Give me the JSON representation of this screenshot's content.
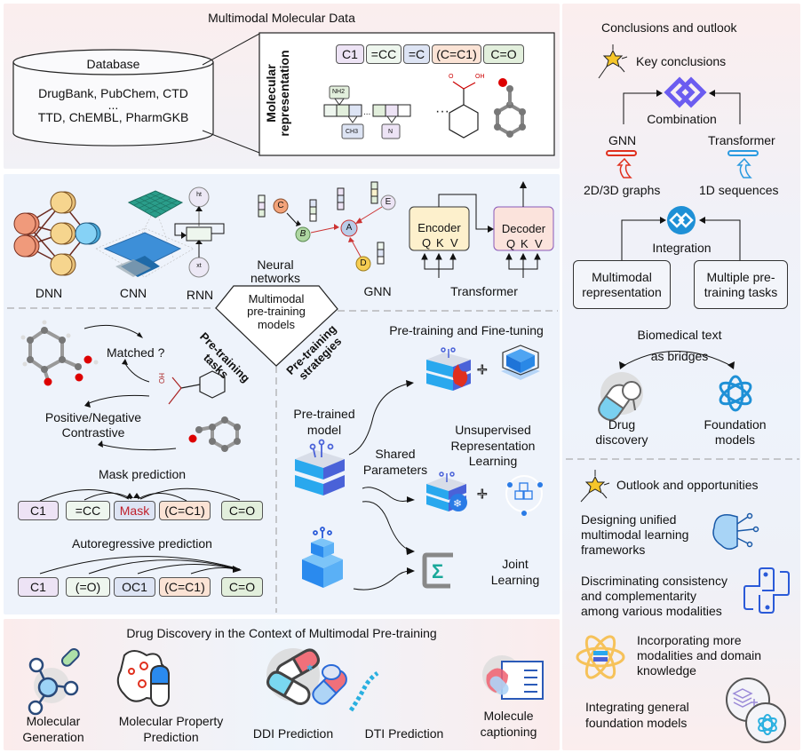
{
  "top_panel": {
    "title": "Multimodal Molecular Data",
    "database": {
      "label": "Database",
      "line1": "DrugBank, PubChem, CTD",
      "ellipsis": "...",
      "line2": "TTD, ChEMBL, PharmGKB"
    },
    "representation_label_1": "Molecular",
    "representation_label_2": "representation",
    "smiles_tokens": [
      "C1",
      "=CC",
      "=C",
      "(C=C1)",
      "C=O"
    ],
    "graph_node_labels": [
      "NH2",
      "CH3",
      "N"
    ],
    "ellipsis": "...",
    "molecule_labels": [
      "O",
      "OH"
    ]
  },
  "middle_panel": {
    "networks": {
      "dnn": "DNN",
      "cnn": "CNN",
      "rnn": "RNN",
      "rnn_output": "ht",
      "rnn_input": "xt",
      "gnn": "GNN",
      "gnn_nodes": [
        "A",
        "B",
        "C",
        "D",
        "E"
      ],
      "transformer": "Transformer",
      "encoder": "Encoder",
      "decoder": "Decoder",
      "qkv": [
        "Q",
        "K",
        "V"
      ],
      "section_label_1": "Neural",
      "section_label_2": "networks"
    },
    "center": {
      "line1": "Multimodal",
      "line2": "pre-training",
      "line3": "models",
      "tasks_label_1": "Pre-training",
      "tasks_label_2": "tasks",
      "strategies_label_1": "Pre-training",
      "strategies_label_2": "strategies"
    },
    "tasks": {
      "matched": "Matched ?",
      "contrastive_1": "Positive/Negative",
      "contrastive_2": "Contrastive",
      "mask_title": "Mask prediction",
      "mask_tokens": [
        "C1",
        "=CC",
        "Mask",
        "(C=C1)",
        "C=O"
      ],
      "auto_title": "Autoregressive prediction",
      "auto_tokens": [
        "C1",
        "(=O)",
        "OC1",
        "(C=C1)",
        "C=O"
      ],
      "molecule_label": "HO"
    },
    "strategies": {
      "finetune": "Pre-training and Fine-tuning",
      "pretrained_1": "Pre-trained",
      "pretrained_2": "model",
      "shared_1": "Shared",
      "shared_2": "Parameters",
      "unsup_1": "Unsupervised",
      "unsup_2": "Representation",
      "unsup_3": "Learning",
      "joint_1": "Joint",
      "joint_2": "Learning",
      "plus": "+",
      "sigma": "Σ"
    }
  },
  "bottom_panel": {
    "title": "Drug Discovery in the Context of Multimodal Pre-training",
    "applications": [
      {
        "line1": "Molecular",
        "line2": "Generation"
      },
      {
        "line1": "Molecular Property",
        "line2": "Prediction"
      },
      {
        "line1": "DDI Prediction",
        "line2": ""
      },
      {
        "line1": "DTI Prediction",
        "line2": ""
      },
      {
        "line1": "Molecule",
        "line2": "captioning"
      }
    ]
  },
  "right_panel": {
    "title": "Conclusions and outlook",
    "key_title": "Key conclusions",
    "combination": "Combination",
    "gnn": "GNN",
    "transformer": "Transformer",
    "graphs": "2D/3D graphs",
    "sequences": "1D sequences",
    "integration": "Integration",
    "box_left_1": "Multimodal",
    "box_left_2": "representation",
    "box_right_1": "Multiple pre-",
    "box_right_2": "training tasks",
    "bridge_1": "Biomedical text",
    "bridge_2": "as bridges",
    "drug_1": "Drug",
    "drug_2": "discovery",
    "found_1": "Foundation",
    "found_2": "models",
    "outlook_title": "Outlook and opportunities",
    "outlook_items": [
      {
        "l1": "Designing  unified",
        "l2": "multimodal learning",
        "l3": "frameworks"
      },
      {
        "l1": "Discriminating consistency",
        "l2": "and complementarity",
        "l3": "among various modalities"
      },
      {
        "l1": "Incorporating more",
        "l2": "modalities and domain",
        "l3": "knowledge"
      },
      {
        "l1": "Integrating general",
        "l2": "foundation models",
        "l3": ""
      }
    ]
  },
  "colors": {
    "tok_purple": "#ede3f5",
    "tok_mint": "#eef6ee",
    "tok_blue": "#dde4f4",
    "tok_peach": "#fbe3d5",
    "tok_green": "#e2efdc",
    "mask_red": "#c0202b",
    "accent_purple": "#6b5cf0",
    "accent_blue": "#1e90d6",
    "accent_red": "#e0301e"
  }
}
